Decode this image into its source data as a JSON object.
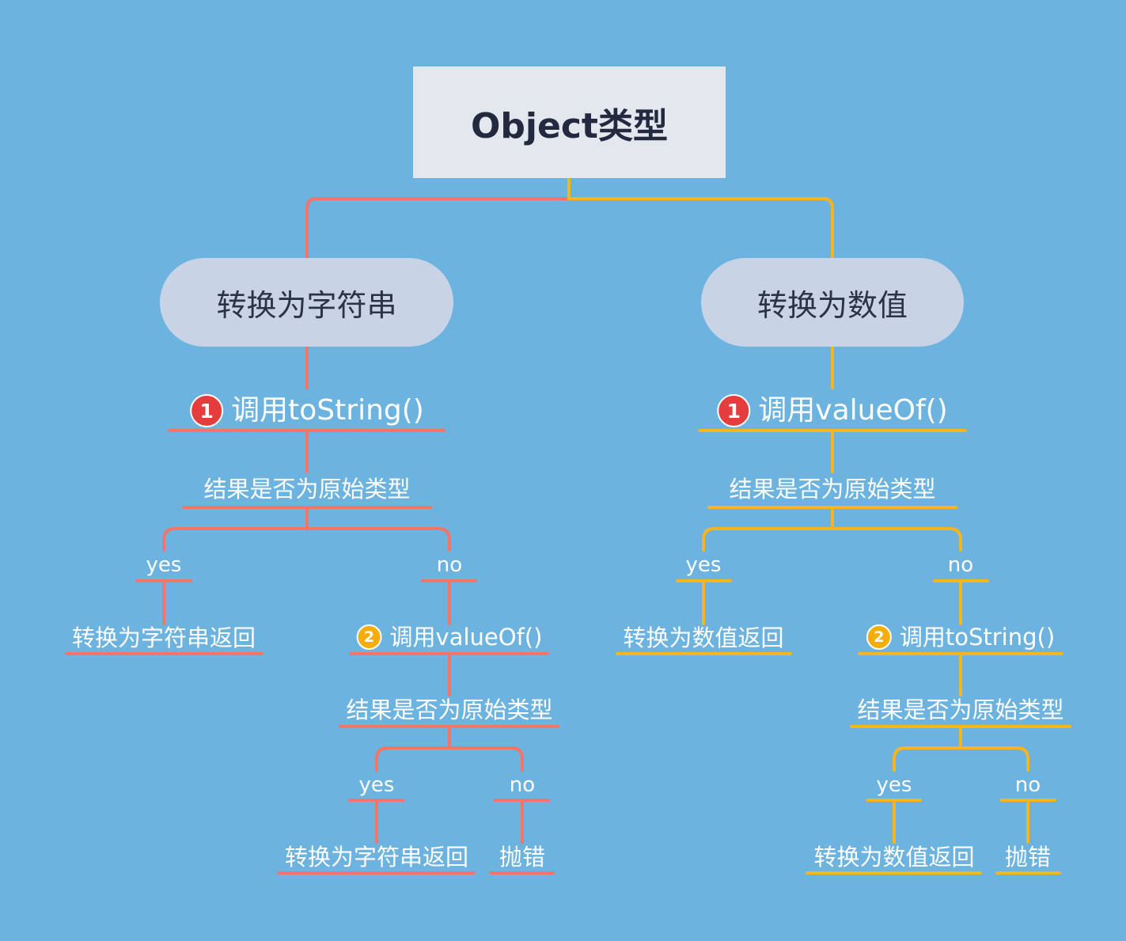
{
  "root": {
    "label": "Object类型"
  },
  "colors": {
    "background": "#6db3e0",
    "left_branch": "#f47468",
    "right_branch": "#f4b51f",
    "badge_red": "#e53d3d",
    "badge_yellow": "#f5ae09"
  },
  "left": {
    "title": "转换为字符串",
    "step1": {
      "badge": "1",
      "label": "调用toString()"
    },
    "check1": "结果是否为原始类型",
    "yes1": "yes",
    "no1": "no",
    "yes1_result": "转换为字符串返回",
    "step2": {
      "badge": "2",
      "label": "调用valueOf()"
    },
    "check2": "结果是否为原始类型",
    "yes2": "yes",
    "no2": "no",
    "yes2_result": "转换为字符串返回",
    "no2_result": "抛错"
  },
  "right": {
    "title": "转换为数值",
    "step1": {
      "badge": "1",
      "label": "调用valueOf()"
    },
    "check1": "结果是否为原始类型",
    "yes1": "yes",
    "no1": "no",
    "yes1_result": "转换为数值返回",
    "step2": {
      "badge": "2",
      "label": "调用toString()"
    },
    "check2": "结果是否为原始类型",
    "yes2": "yes",
    "no2": "no",
    "yes2_result": "转换为数值返回",
    "no2_result": "抛错"
  }
}
